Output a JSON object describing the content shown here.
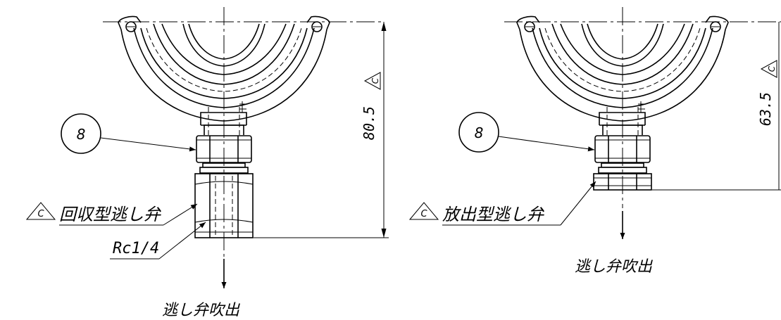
{
  "left_view": {
    "balloon_number": "8",
    "valve_label": "回収型逃し弁",
    "valve_rev": "C",
    "thread_label": "Rc1/4",
    "dimension": "80.5",
    "dimension_rev": "C",
    "outlet_label": "逃し弁吹出"
  },
  "right_view": {
    "balloon_number": "8",
    "valve_label": "放出型逃し弁",
    "valve_rev": "C",
    "dimension": "63.5",
    "dimension_rev": "C",
    "outlet_label": "逃し弁吹出"
  }
}
